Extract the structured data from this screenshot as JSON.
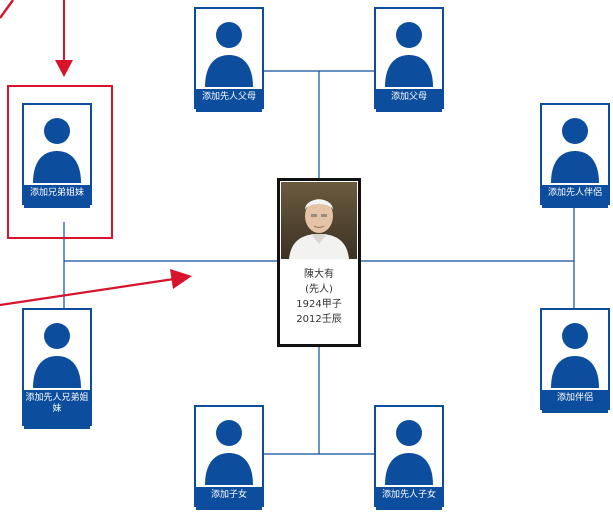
{
  "colors": {
    "card_border": "#0d4d9e",
    "label_bg": "#0d4d9e",
    "connector": "#0d4d9e",
    "highlight": "#d7142b"
  },
  "person": {
    "name": "陳大有",
    "status": "(先人)",
    "birth": "1924甲子",
    "death": "2012壬辰"
  },
  "nodes": {
    "add_ancestor_parents": "添加先人父母",
    "add_parents": "添加父母",
    "add_sibling": "添加兄弟姐妹",
    "add_ancestor_spouse": "添加先人伴侶",
    "add_ancestor_sibling": "添加先人兄弟姐妹",
    "add_spouse": "添加伴侶",
    "add_child": "添加子女",
    "add_ancestor_child": "添加先人子女"
  },
  "icons": {
    "placeholder": "person-silhouette-icon",
    "annotation": "arrow-icon"
  }
}
